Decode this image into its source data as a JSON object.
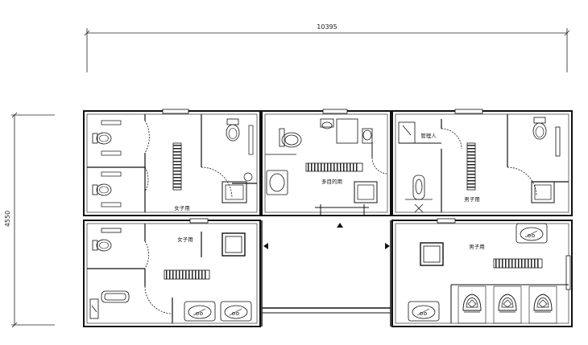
{
  "dimensions": {
    "width": "10395",
    "height": "4550"
  },
  "rooms": {
    "female_upper": "女子用",
    "female_lower": "女子用",
    "multipurpose": "多目的用",
    "attendant": "管理人",
    "male_upper": "男子用",
    "male_lower": "男子用"
  },
  "icons": [
    "toilet-icon",
    "urinal-icon",
    "sink-icon",
    "washbasin-icon",
    "baby-seat-icon",
    "door-swing-icon",
    "grab-bar-icon",
    "entrance-arrow-icon"
  ]
}
